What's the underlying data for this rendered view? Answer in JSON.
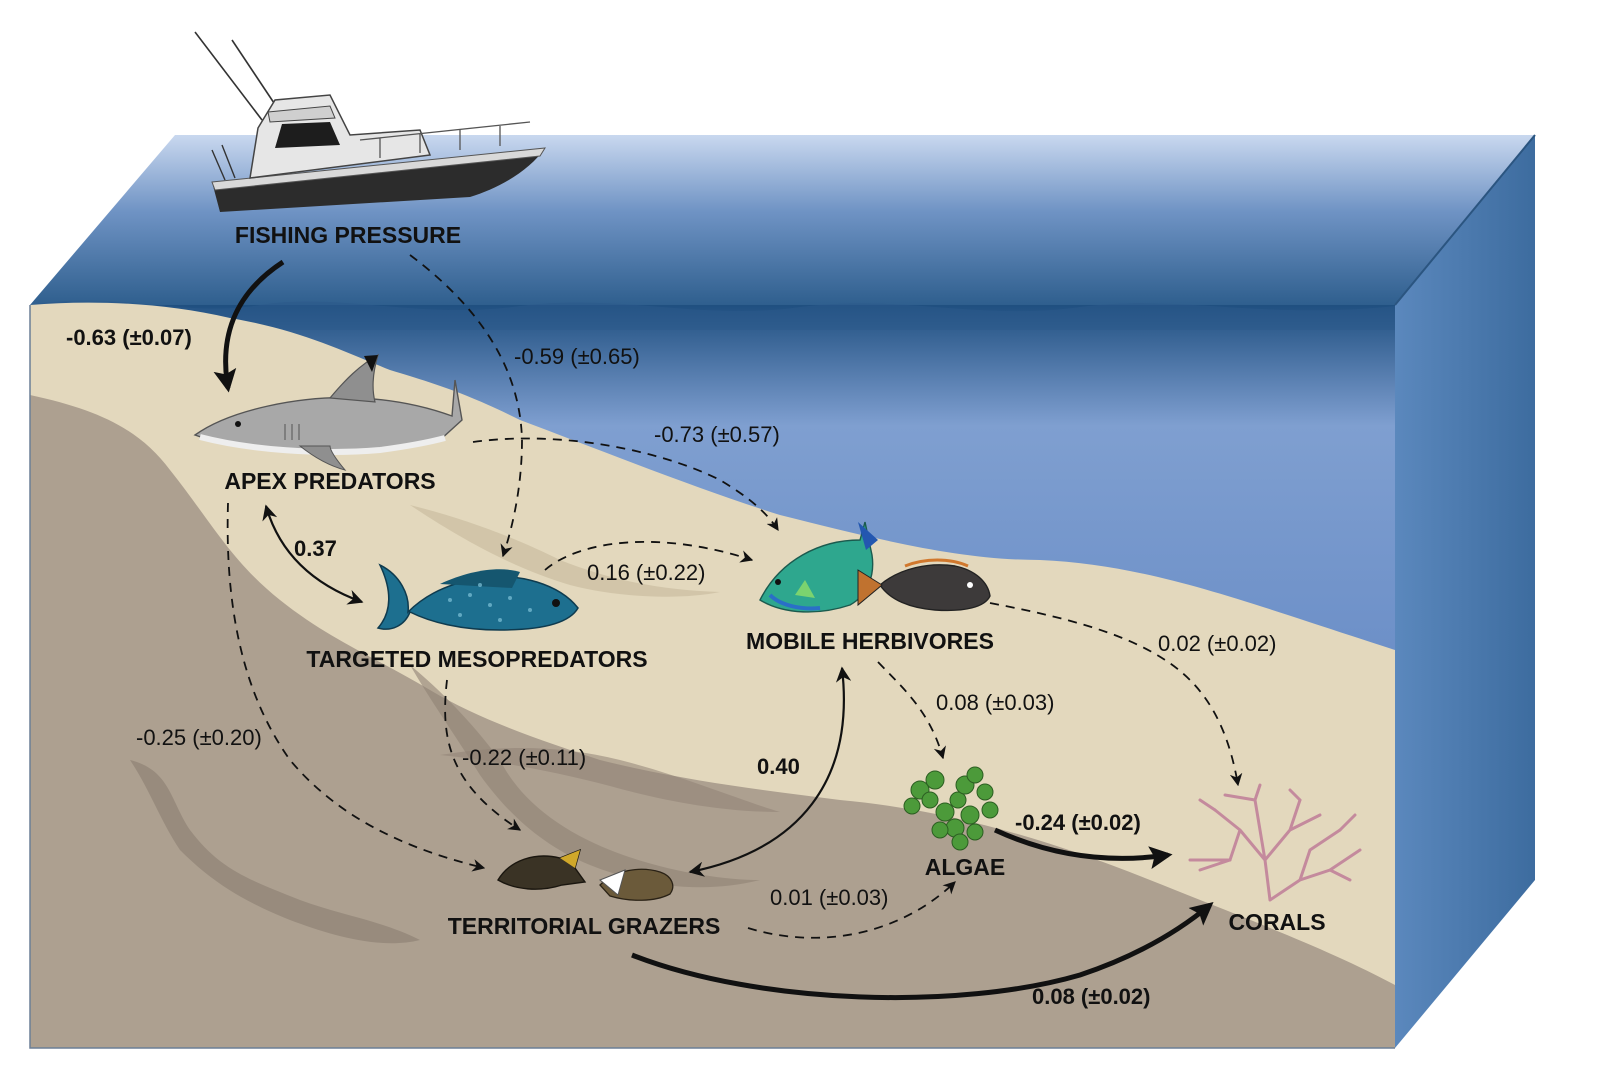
{
  "colors": {
    "water_top": "#2f5f8e",
    "water_light": "#c9d8ef",
    "water_side": "#4f7fb3",
    "sand": "#e3d8bd",
    "seabed": "#ada090",
    "ridge": "#8f8275"
  },
  "nodes": {
    "fishing": {
      "label": "FISHING PRESSURE",
      "icon": "fishing-boat-icon"
    },
    "apex": {
      "label": "APEX PREDATORS",
      "icon": "shark-icon"
    },
    "meso": {
      "label": "TARGETED MESOPREDATORS",
      "icon": "grouper-icon"
    },
    "herb": {
      "label": "MOBILE HERBIVORES",
      "icon": "parrotfish-icon"
    },
    "grazers": {
      "label": "TERRITORIAL GRAZERS",
      "icon": "damselfish-icon"
    },
    "algae": {
      "label": "ALGAE",
      "icon": "algae-icon"
    },
    "corals": {
      "label": "CORALS",
      "icon": "coral-icon"
    }
  },
  "edges": {
    "fishing_apex": {
      "label": "-0.63 (±0.07)"
    },
    "fishing_meso": {
      "label": "-0.59 (±0.65)"
    },
    "apex_herb": {
      "label": "-0.73 (±0.57)"
    },
    "apex_meso": {
      "label": "0.37"
    },
    "meso_herb": {
      "label": "0.16 (±0.22)"
    },
    "herb_corals": {
      "label": "0.02 (±0.02)"
    },
    "herb_algae": {
      "label": "0.08 (±0.03)"
    },
    "apex_grazers": {
      "label": "-0.25 (±0.20)"
    },
    "meso_grazers": {
      "label": "-0.22 (±0.11)"
    },
    "herb_grazers": {
      "label": "0.40"
    },
    "algae_corals": {
      "label": "-0.24 (±0.02)"
    },
    "grazers_algae": {
      "label": "0.01 (±0.03)"
    },
    "grazers_corals": {
      "label": "0.08 (±0.02)"
    }
  }
}
